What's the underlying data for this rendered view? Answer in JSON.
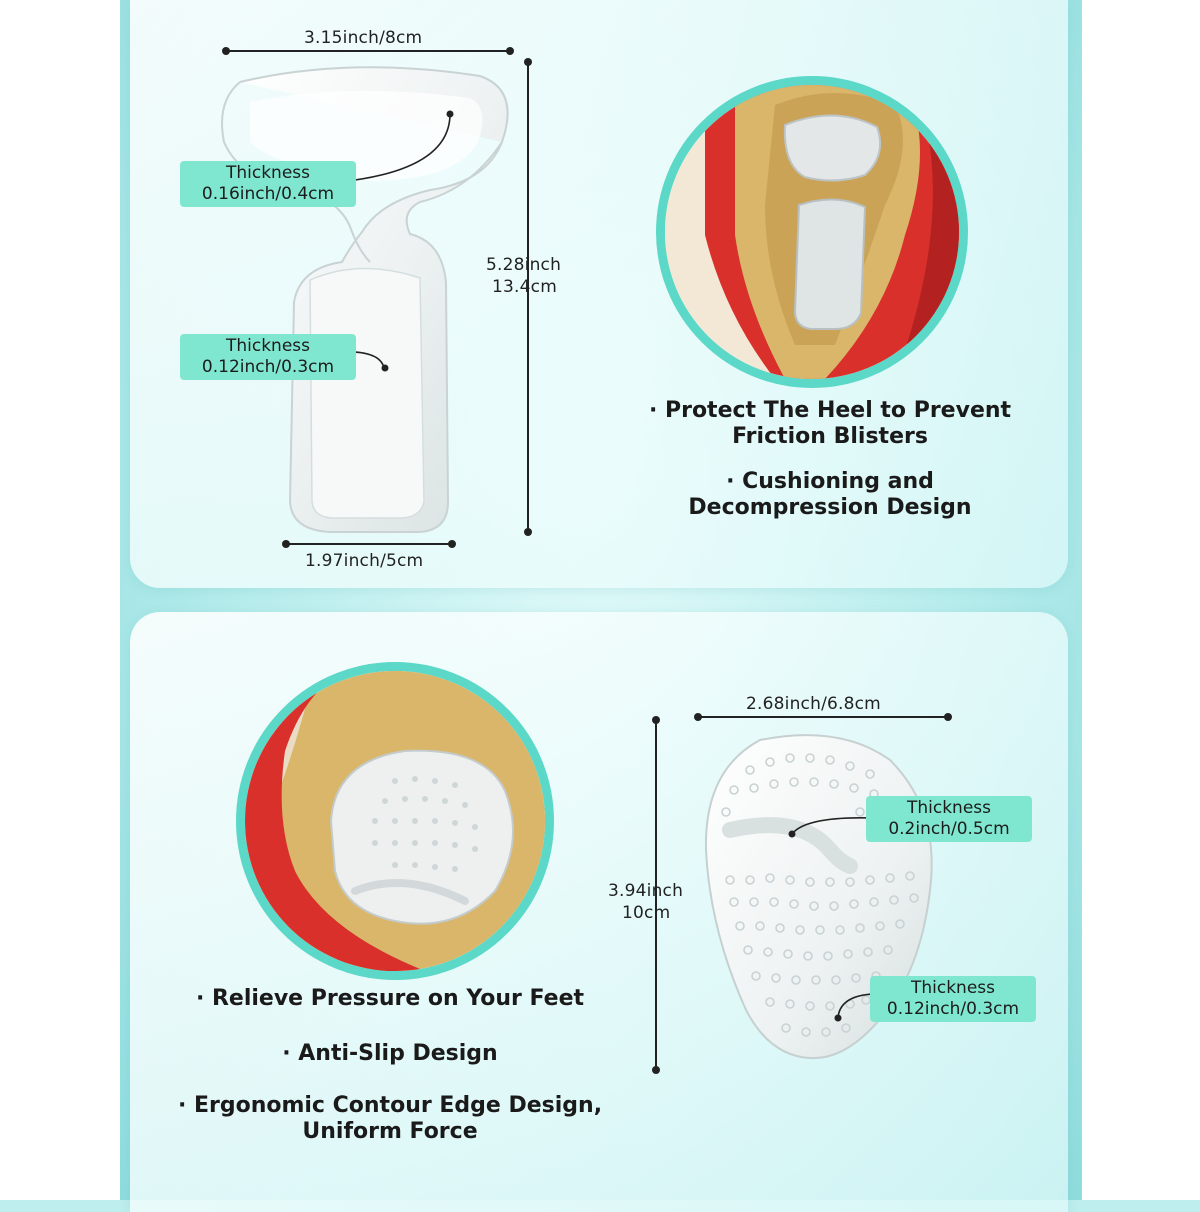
{
  "heel_pad": {
    "width_label": "3.15inch/8cm",
    "length_label_1": "5.28inch",
    "length_label_2": "13.4cm",
    "base_width_label": "1.97inch/5cm",
    "thickness_top": {
      "title": "Thickness",
      "value": "0.16inch/0.4cm"
    },
    "thickness_bottom": {
      "title": "Thickness",
      "value": "0.12inch/0.3cm"
    }
  },
  "heel_features": [
    {
      "line1": "· Protect The Heel to Prevent",
      "line2": "Friction Blisters"
    },
    {
      "line1": "· Cushioning and",
      "line2": "Decompression Design"
    }
  ],
  "forefoot_pad": {
    "width_label": "2.68inch/6.8cm",
    "length_label_1": "3.94inch",
    "length_label_2": "10cm",
    "thickness_top": {
      "title": "Thickness",
      "value": "0.2inch/0.5cm"
    },
    "thickness_bottom": {
      "title": "Thickness",
      "value": "0.12inch/0.3cm"
    }
  },
  "forefoot_features": [
    {
      "line1": "· Relieve Pressure on Your Feet",
      "line2": ""
    },
    {
      "line1": "· Anti-Slip Design",
      "line2": ""
    },
    {
      "line1": "· Ergonomic Contour Edge Design,",
      "line2": "Uniform Force"
    }
  ],
  "colors": {
    "accent_teal": "#5bd8c7",
    "tag_bg": "#7fe6cf",
    "shoe_red": "#d9302c",
    "shoe_lining": "#d9b66a"
  }
}
